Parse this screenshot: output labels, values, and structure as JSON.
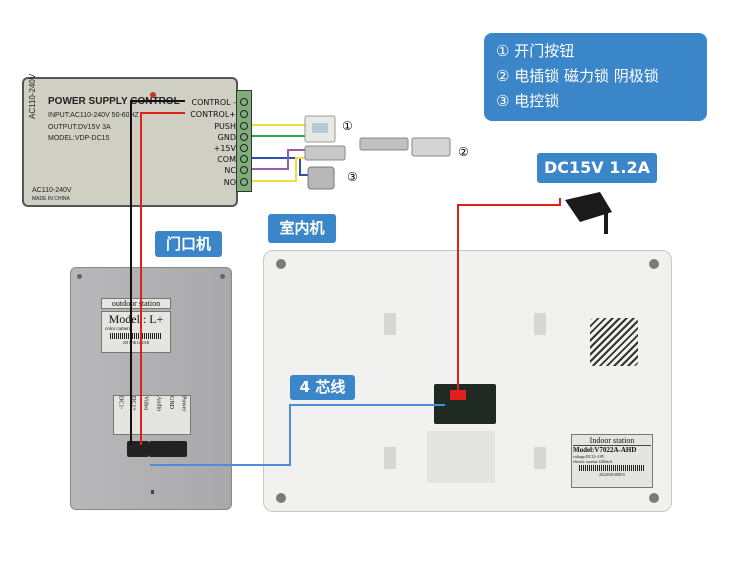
{
  "legend": {
    "items": [
      "① 开门按钮",
      "② 电插锁 磁力锁 阴极锁",
      "③ 电控锁"
    ]
  },
  "power_adapter_label": "DC15V 1.2A",
  "outdoor_unit_label": "门口机",
  "indoor_unit_label": "室内机",
  "cable_label": "4 芯线",
  "power_supply": {
    "title": "POWER SUPPLY CONTROL",
    "input": "INPUT:AC110-240V 50-60HZ",
    "output": "OUTPUT:DV15V 3A",
    "model": "MODEL:VDP-DC15",
    "side_text": "AC110-240V",
    "bottom_voltage": "AC110-240V",
    "made_in": "MADE IN CHINA",
    "terminals": [
      "CONTROL -",
      "CONTROL+",
      "PUSH",
      "GND",
      "+15V",
      "COM",
      "NC",
      "NO"
    ]
  },
  "device_markers": [
    "①",
    "②",
    "③"
  ],
  "outdoor_station": {
    "header": "outdoor station",
    "model": "Model : L+",
    "subtitle": "color camera",
    "serial": "2017DK12301R",
    "pins": [
      "DC1-",
      "DC1+",
      "Video",
      "Audio",
      "GND",
      "Power"
    ]
  },
  "indoor_station": {
    "header": "Indoor station",
    "model": "Model:V7022A-AHD",
    "voltage": "voltage:DC12~18V",
    "current": "electric current:1200mA",
    "serial": "2022030100815"
  },
  "colors": {
    "accent": "#3b86c9",
    "wire_red": "#e0201c",
    "wire_black": "#111111"
  }
}
